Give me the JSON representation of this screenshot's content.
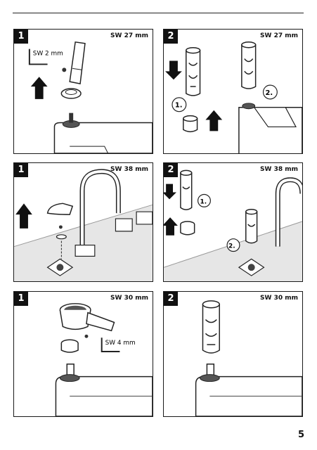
{
  "page_number": "5",
  "panels": [
    {
      "step": "1",
      "tool": "SW 27 mm",
      "small_tool": "SW 2 mm"
    },
    {
      "step": "2",
      "tool": "SW 27 mm",
      "callouts": [
        "1.",
        "2."
      ]
    },
    {
      "step": "1",
      "tool": "SW 38 mm"
    },
    {
      "step": "2",
      "tool": "SW 38 mm",
      "callouts": [
        "1.",
        "2."
      ]
    },
    {
      "step": "1",
      "tool": "SW 30 mm",
      "small_tool": "SW 4 mm"
    },
    {
      "step": "2",
      "tool": "SW 30 mm"
    }
  ]
}
